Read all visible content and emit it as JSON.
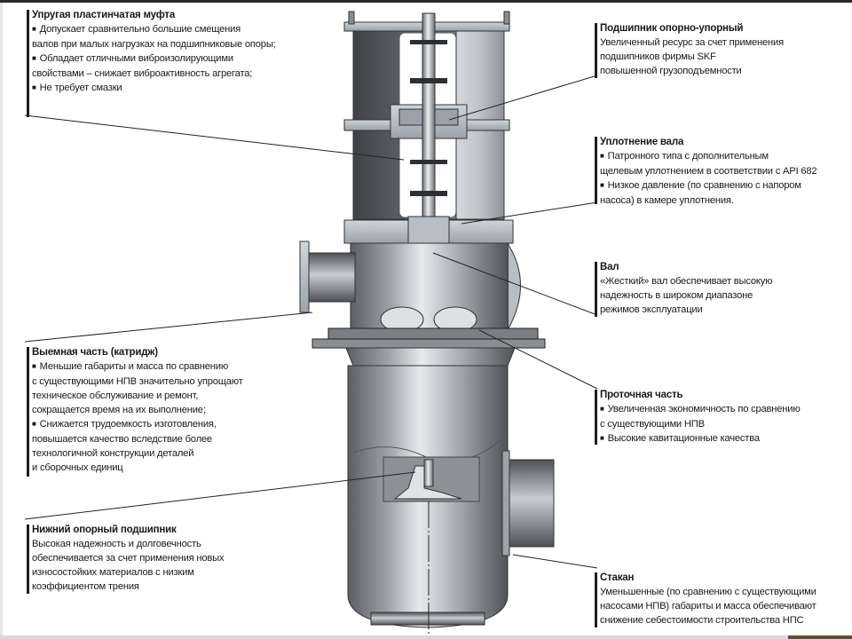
{
  "diagram": {
    "subject": "Vertical centrifugal pump (НПВ) sectional view",
    "colors": {
      "metal_dark": "#4a4d52",
      "metal_mid": "#8a8e94",
      "metal_light": "#d8dce0",
      "highlight": "#eef1f4",
      "callout_bar": "#1e1e1e",
      "bottom_accent": "#5a4e35"
    }
  },
  "callouts": {
    "coupling": {
      "title": "Упругая пластинчатая муфта",
      "lines": [
        {
          "text": "Допускает сравнительно большие смещения",
          "bullet": true
        },
        {
          "text": "валов при малых нагрузках на подшипниковые опоры;",
          "bullet": false
        },
        {
          "text": "Обладает отличными виброизолирующими",
          "bullet": true
        },
        {
          "text": "свойствами – снижает виброактивность агрегата;",
          "bullet": false
        },
        {
          "text": "Не требует смазки",
          "bullet": true
        }
      ]
    },
    "thrust_bearing": {
      "title": "Подшипник опорно-упорный",
      "lines": [
        {
          "text": "Увеличенный ресурс за счет применения",
          "bullet": false
        },
        {
          "text": "подшипников фирмы SKF",
          "bullet": false
        },
        {
          "text": "повышенной грузоподъемности",
          "bullet": false
        }
      ]
    },
    "shaft_seal": {
      "title": "Уплотнение вала",
      "lines": [
        {
          "text": "Патронного типа с дополнительным",
          "bullet": true
        },
        {
          "text": "щелевым уплотнением в соответствии с API 682",
          "bullet": false
        },
        {
          "text": "Низкое давление (по сравнению с напором",
          "bullet": true
        },
        {
          "text": "насоса) в камере уплотнения.",
          "bullet": false
        }
      ]
    },
    "shaft": {
      "title": "Вал",
      "lines": [
        {
          "text": "«Жесткий» вал обеспечивает высокую",
          "bullet": false
        },
        {
          "text": "надежность в широком диапазоне",
          "bullet": false
        },
        {
          "text": "режимов эксплуатации",
          "bullet": false
        }
      ]
    },
    "cartridge": {
      "title": "Выемная часть (катридж)",
      "lines": [
        {
          "text": "Меньшие габариты и масса по сравнению",
          "bullet": true
        },
        {
          "text": "с существующими НПВ значительно упрощают",
          "bullet": false
        },
        {
          "text": "техническое обслуживание и ремонт,",
          "bullet": false
        },
        {
          "text": "сокращается время на их выполнение;",
          "bullet": false
        },
        {
          "text": "Снижается трудоемкость изготовления,",
          "bullet": true
        },
        {
          "text": "повышается качество вследствие более",
          "bullet": false
        },
        {
          "text": "технологичной конструкции деталей",
          "bullet": false
        },
        {
          "text": "и сборочных единиц",
          "bullet": false
        }
      ]
    },
    "flow_part": {
      "title": "Проточная часть",
      "lines": [
        {
          "text": "Увеличенная экономичность по сравнению",
          "bullet": true
        },
        {
          "text": "с существующими НПВ",
          "bullet": false
        },
        {
          "text": "Высокие кавитационные качества",
          "bullet": true
        }
      ]
    },
    "lower_bearing": {
      "title": "Нижний опорный подшипник",
      "lines": [
        {
          "text": "Высокая надежность и долговечность",
          "bullet": false
        },
        {
          "text": "обеспечивается за счет применения новых",
          "bullet": false
        },
        {
          "text": "износостойких материалов с низким",
          "bullet": false
        },
        {
          "text": "коэффициентом трения",
          "bullet": false
        }
      ]
    },
    "barrel": {
      "title": "Стакан",
      "lines": [
        {
          "text": "Уменьшенные (по сравнению с существующими",
          "bullet": false
        },
        {
          "text": "насосами НПВ) габариты и масса обеспечивают",
          "bullet": false
        },
        {
          "text": "снижение себестоимости строительства НПС",
          "bullet": false
        }
      ]
    }
  }
}
